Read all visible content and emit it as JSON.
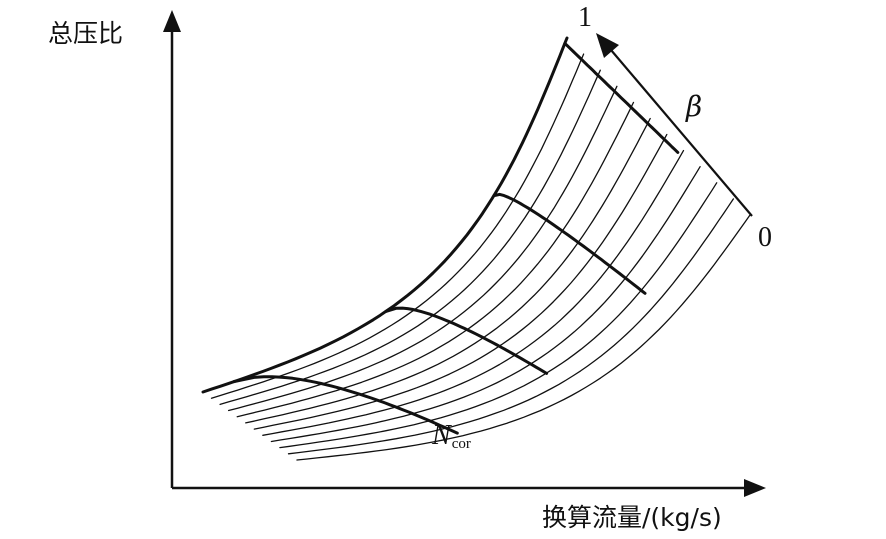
{
  "y_axis_label": "总压比",
  "x_axis_label": "换算流量/(kg/s)",
  "beta_label": "β",
  "beta_max_label": "1",
  "beta_min_label": "0",
  "speed_label_main": "N",
  "speed_label_sub": "cor",
  "colors": {
    "stroke": "#111111",
    "background": "#ffffff"
  },
  "beta_line_count": 12,
  "speed_line_count": 5
}
